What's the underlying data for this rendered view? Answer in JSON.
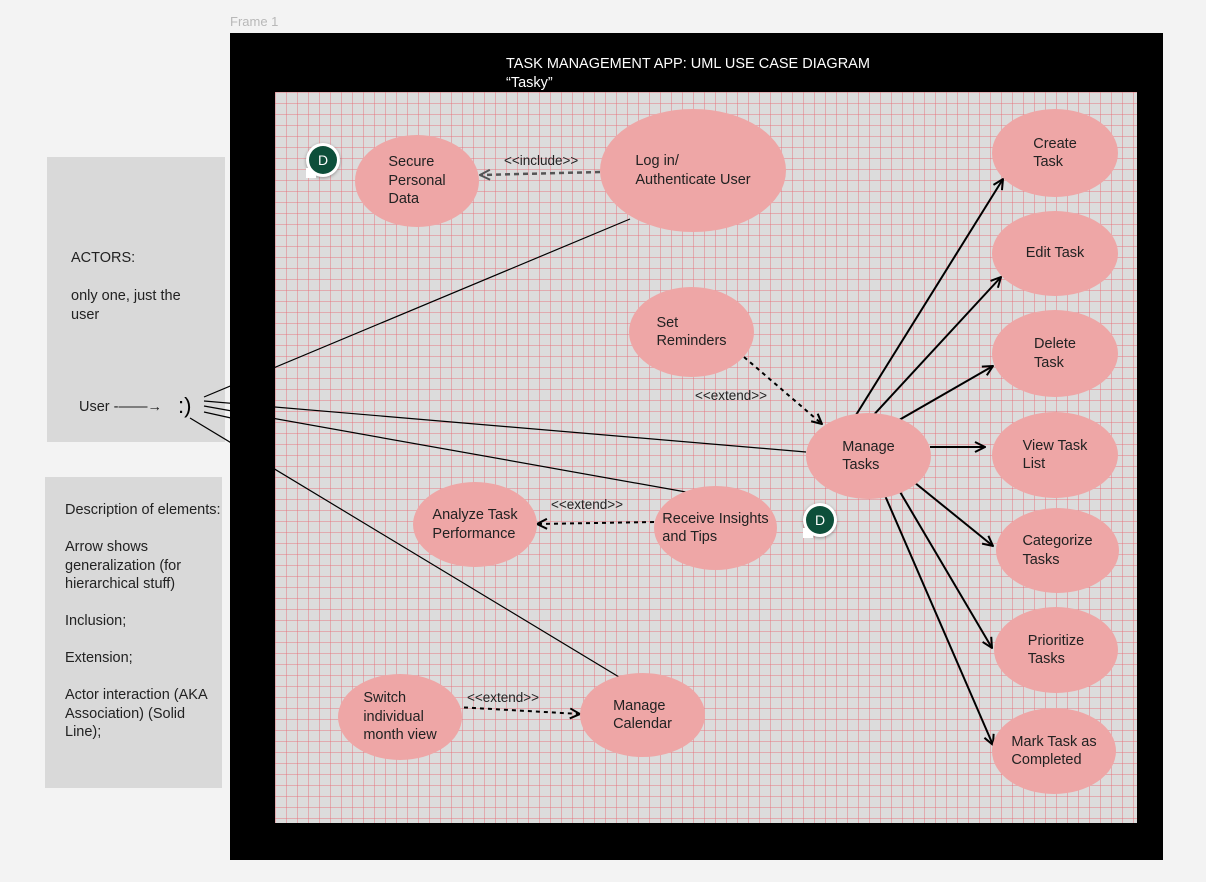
{
  "frame": {
    "label": "Frame 1"
  },
  "diagram": {
    "title": "TASK MANAGEMENT APP: UML USE CASE DIAGRAM\n“Tasky”"
  },
  "actors_panel": {
    "heading": "ACTORS:",
    "text": "only one, just the user",
    "user_label": "User -——→",
    "actor_symbol": ":)"
  },
  "description_panel": {
    "text": "Description of elements:\n\nArrow shows generalization (for hierarchical stuff)\n\nInclusion;\n\nExtension;\n\nActor interaction (AKA Association) (Solid Line);"
  },
  "use_cases": {
    "secure_data": "Secure\nPersonal\nData",
    "login": "Log in/\nAuthenticate User",
    "set_reminders": "Set\nReminders",
    "manage_tasks": "Manage\nTasks",
    "analyze": "Analyze Task\nPerformance",
    "insights": "Receive Insights\nand Tips",
    "switch_view": "Switch\nindividual\nmonth view",
    "manage_calendar": "Manage\nCalendar",
    "create_task": "Create\nTask",
    "edit_task": "Edit Task",
    "delete_task": "Delete\nTask",
    "view_task_list": "View Task\nList",
    "categorize": "Categorize\nTasks",
    "prioritize": "Prioritize\nTasks",
    "mark_completed": "Mark Task as\nCompleted"
  },
  "relations": {
    "include": "<<include>>",
    "extend_reminders": "<<extend>>",
    "extend_insights": "<<extend>>",
    "extend_calendar": "<<extend>>"
  },
  "avatars": {
    "initial": "D",
    "color": "#0d4f3a"
  },
  "colors": {
    "use_case_fill": "#eea6a6",
    "frame": "#000000",
    "canvas": "#dcdcdc"
  }
}
